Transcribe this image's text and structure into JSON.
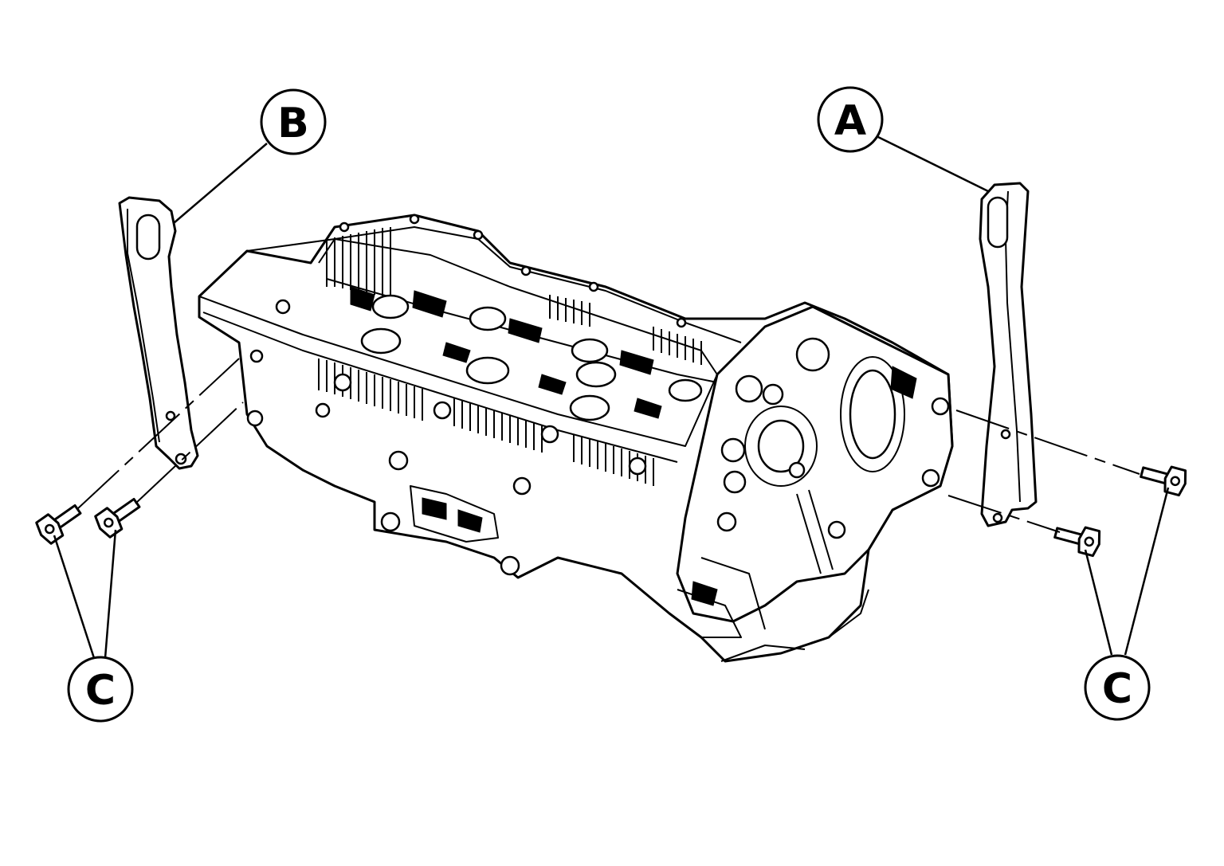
{
  "callouts": {
    "a": "A",
    "b": "B",
    "c_left": "C",
    "c_right": "C"
  },
  "parts": {
    "a": "bracket-right",
    "b": "bracket-left",
    "c": "bolts"
  },
  "colors": {
    "line": "#000000",
    "background": "#ffffff"
  }
}
